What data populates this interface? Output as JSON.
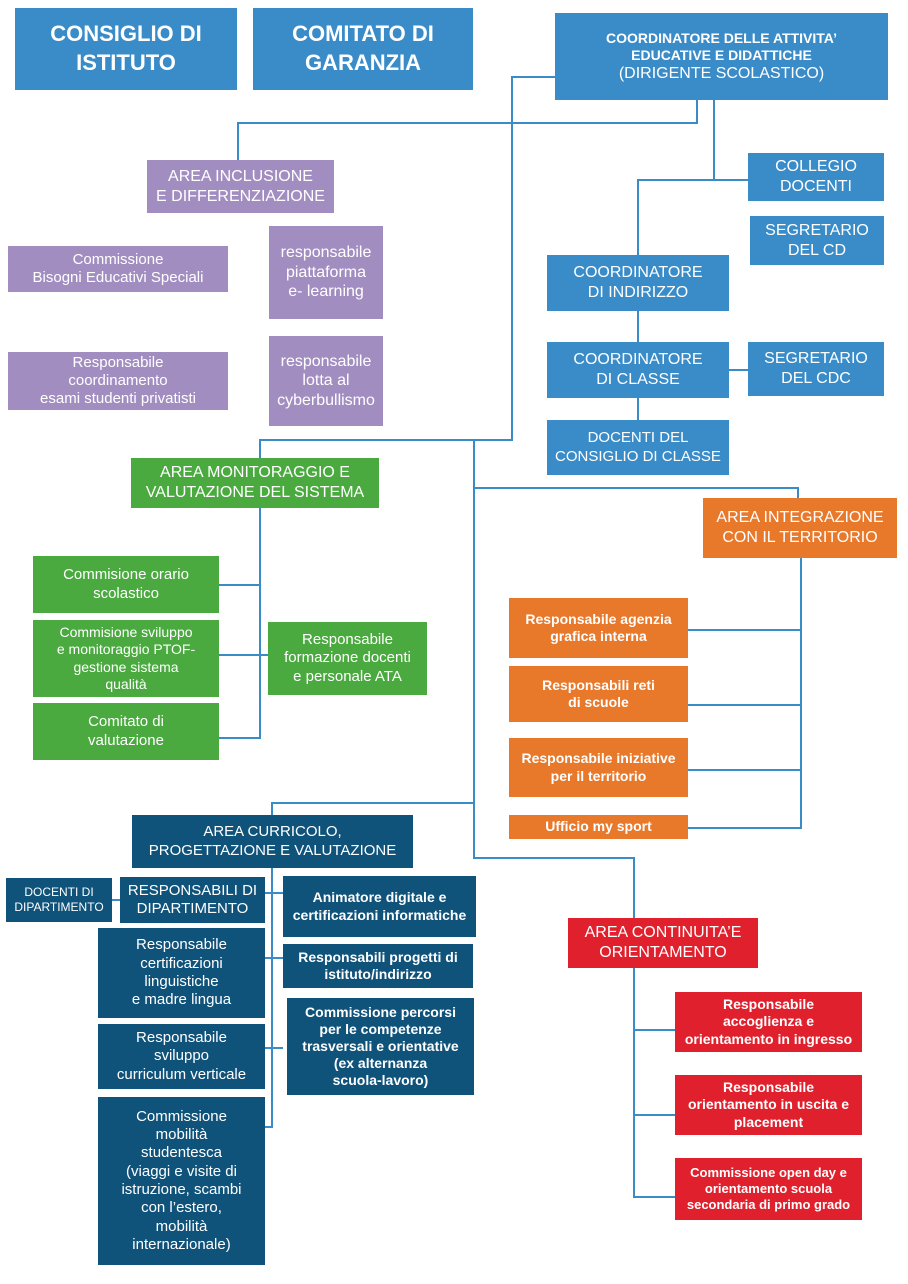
{
  "top": {
    "consiglio": [
      "CONSIGLIO DI",
      "ISTITUTO"
    ],
    "comitato": [
      "COMITATO DI",
      "GARANZIA"
    ],
    "coordinatore": [
      "COORDINATORE DELLE ATTIVITA’",
      "EDUCATIVE E DIDATTICHE",
      "(DIRIGENTE SCOLASTICO)"
    ]
  },
  "right_blue": {
    "collegio": [
      "COLLEGIO",
      "DOCENTI"
    ],
    "segretario_cd": [
      "SEGRETARIO",
      "DEL CD"
    ],
    "coord_indirizzo": [
      "COORDINATORE",
      "DI INDIRIZZO"
    ],
    "coord_classe": [
      "COORDINATORE",
      "DI CLASSE"
    ],
    "segretario_cdc": [
      "SEGRETARIO",
      "DEL CDC"
    ],
    "docenti_consiglio": [
      "DOCENTI DEL",
      "CONSIGLIO DI CLASSE"
    ]
  },
  "inclusione": {
    "title": [
      "AREA INCLUSIONE",
      "E DIFFERENZIAZIONE"
    ],
    "bes": [
      "Commissione",
      "Bisogni Educativi Speciali"
    ],
    "elearning": [
      "responsabile",
      "piattaforma",
      "e- learning"
    ],
    "privatisti": [
      "Responsabile",
      "coordinamento",
      "esami studenti privatisti"
    ],
    "cyberbullismo": [
      "responsabile",
      "lotta al",
      "cyberbullismo"
    ]
  },
  "monitoraggio": {
    "title": [
      "AREA MONITORAGGIO E",
      "VALUTAZIONE DEL SISTEMA"
    ],
    "orario": [
      "Commisione orario",
      "scolastico"
    ],
    "ptof": [
      "Commisione sviluppo",
      "e monitoraggio PTOF-",
      "gestione sistema",
      "qualità"
    ],
    "comitato_val": [
      "Comitato di",
      "valutazione"
    ],
    "formazione": [
      "Responsabile",
      "formazione docenti",
      "e personale ATA"
    ]
  },
  "territorio": {
    "title": [
      "AREA INTEGRAZIONE",
      "CON IL TERRITORIO"
    ],
    "agenzia": [
      "Responsabile agenzia",
      "grafica interna"
    ],
    "reti": [
      "Responsabili reti",
      "di scuole"
    ],
    "iniziative": [
      "Responsabile iniziative",
      "per il territorio"
    ],
    "sport": [
      "Ufficio my sport"
    ]
  },
  "curricolo": {
    "title": [
      "AREA CURRICOLO,",
      "PROGETTAZIONE E VALUTAZIONE"
    ],
    "docenti_dip": [
      "DOCENTI DI",
      "DIPARTIMENTO"
    ],
    "resp_dip": [
      "RESPONSABILI DI",
      "DIPARTIMENTO"
    ],
    "certif_ling": [
      "Responsabile",
      "certificazioni",
      "linguistiche",
      "e madre lingua"
    ],
    "curriculum": [
      "Responsabile",
      "sviluppo",
      "curriculum verticale"
    ],
    "mobilita": [
      "Commissione",
      "mobilità",
      "studentesca",
      "(viaggi e visite di",
      "istruzione, scambi",
      "con l’estero,",
      "mobilità",
      "internazionale)"
    ],
    "animatore": [
      "Animatore digitale e",
      "certificazioni informatiche"
    ],
    "progetti": [
      "Responsabili progetti di",
      "istituto/indirizzo"
    ],
    "pcto": [
      "Commissione percorsi",
      "per le competenze",
      "trasversali e orientative",
      "(ex alternanza",
      "scuola-lavoro)"
    ]
  },
  "continuita": {
    "title": [
      "AREA CONTINUITA’E",
      "ORIENTAMENTO"
    ],
    "accoglienza": [
      "Responsabile",
      "accoglienza e",
      "orientamento in ingresso"
    ],
    "uscita": [
      "Responsabile",
      "orientamento in uscita e",
      "placement"
    ],
    "openday": [
      "Commissione open day e",
      "orientamento scuola",
      "secondaria di primo grado"
    ]
  },
  "colors": {
    "blue": "#3a8cc9",
    "navy": "#0f527a",
    "purple": "#a28dc1",
    "green": "#4aaa3f",
    "orange": "#e8782a",
    "red": "#e0212d",
    "connector": "#3a8cc9"
  }
}
